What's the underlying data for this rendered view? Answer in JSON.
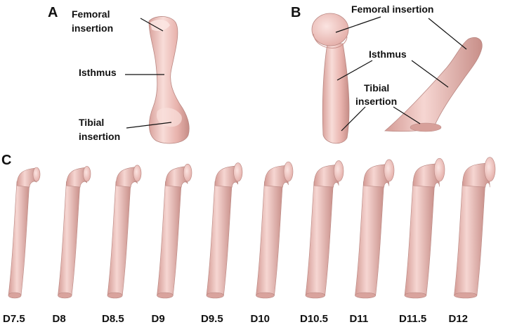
{
  "colors": {
    "ligament": "#e9b7b2",
    "ligament_light": "#f7dcd8",
    "ligament_shade": "#c78e88",
    "text": "#111111"
  },
  "panels": {
    "a": {
      "letter": "A",
      "femoral": [
        "Femoral",
        "insertion"
      ],
      "isthmus": "Isthmus",
      "tibial": [
        "Tibial",
        "insertion"
      ]
    },
    "b": {
      "letter": "B",
      "femoral": "Femoral insertion",
      "isthmus": "Isthmus",
      "tibial": [
        "Tibial",
        "insertion"
      ]
    },
    "c": {
      "letter": "C",
      "sizes": [
        "D7.5",
        "D8",
        "D8.5",
        "D9",
        "D9.5",
        "D10",
        "D10.5",
        "D11",
        "D11.5",
        "D12"
      ]
    }
  }
}
